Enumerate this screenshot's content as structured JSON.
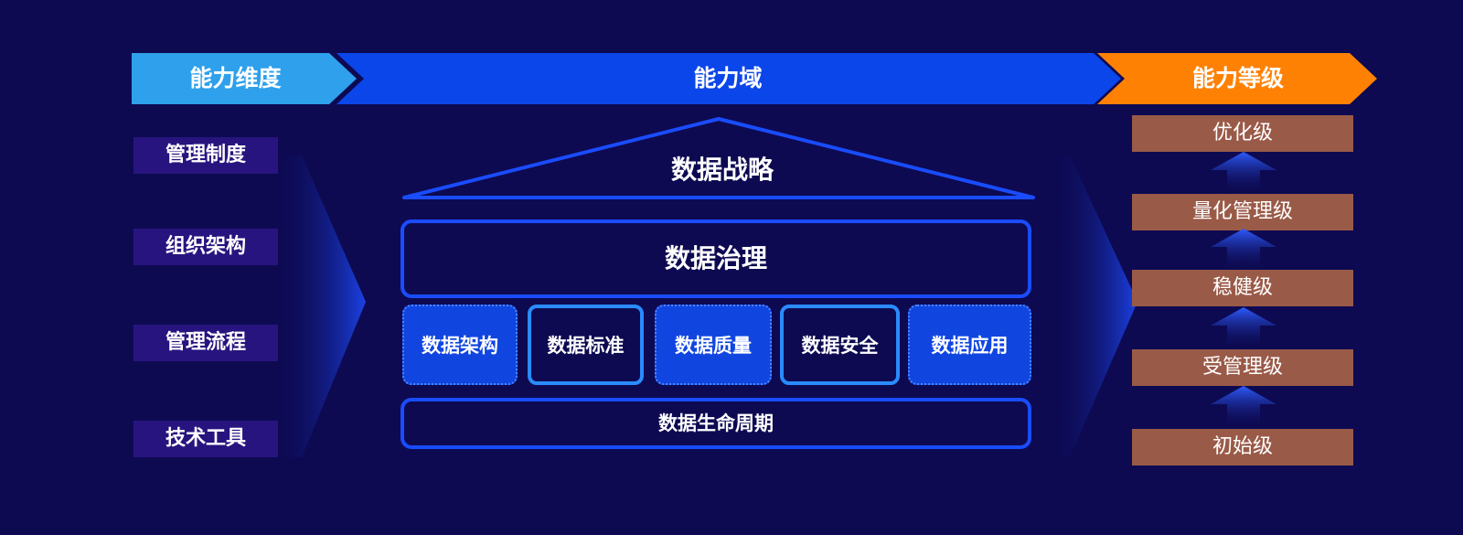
{
  "header": {
    "dimension_label": "能力维度",
    "domain_label": "能力域",
    "level_label": "能力等级"
  },
  "dimensions": [
    "管理制度",
    "组织架构",
    "管理流程",
    "技术工具"
  ],
  "domain": {
    "roof": "数据战略",
    "governance": "数据治理",
    "pillars": [
      "数据架构",
      "数据标准",
      "数据质量",
      "数据安全",
      "数据应用"
    ],
    "lifecycle": "数据生命周期"
  },
  "levels": [
    "优化级",
    "量化管理级",
    "稳健级",
    "受管理级",
    "初始级"
  ],
  "colors": {
    "background": "#0d0a52",
    "dimension_header": "#2ea0ec",
    "domain_header": "#0b46ea",
    "level_header": "#ff8104",
    "level_box": "#9a5a48",
    "dimension_box": "#28147e"
  }
}
